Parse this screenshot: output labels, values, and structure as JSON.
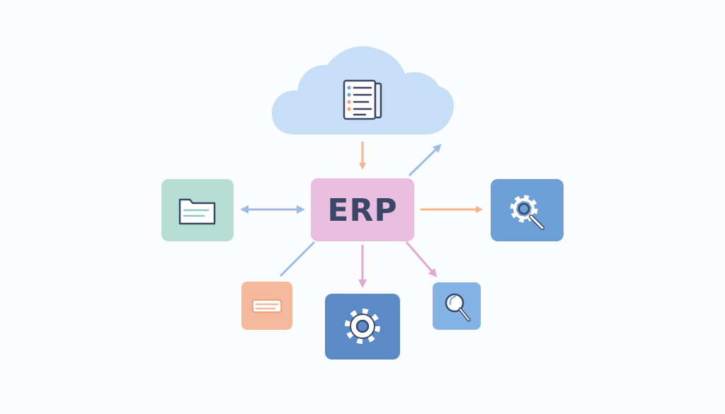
{
  "diagram": {
    "hub": {
      "label": "ERP",
      "color": "#e8bddf"
    },
    "nodes": [
      {
        "id": "cloud",
        "icon": "document-list-icon",
        "color": "#c7dff6"
      },
      {
        "id": "left",
        "icon": "folder-icon",
        "color": "#b7ded3"
      },
      {
        "id": "right",
        "icon": "gear-search-icon",
        "color": "#6b9fd6"
      },
      {
        "id": "bottom-left",
        "icon": "card-icon",
        "color": "#f4b99a"
      },
      {
        "id": "bottom-center",
        "icon": "gear-icon",
        "color": "#5b8bc6"
      },
      {
        "id": "bottom-right",
        "icon": "search-icon",
        "color": "#82b3e4"
      }
    ],
    "arrow_colors": {
      "orange": "#f4b48c",
      "blue": "#9bbde4",
      "pink": "#e0a8d4"
    }
  }
}
